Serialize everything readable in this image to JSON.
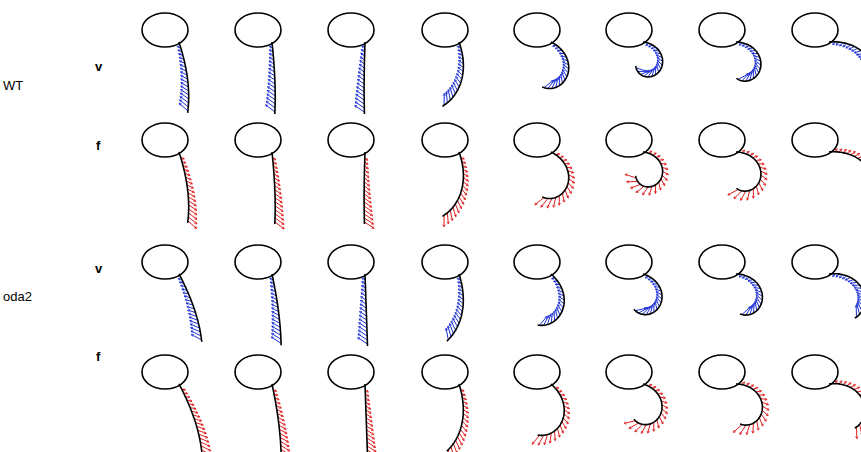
{
  "diagram": {
    "labels": [
      "v",
      "WT",
      "f",
      "v",
      "oda2",
      "f"
    ]
  }
}
